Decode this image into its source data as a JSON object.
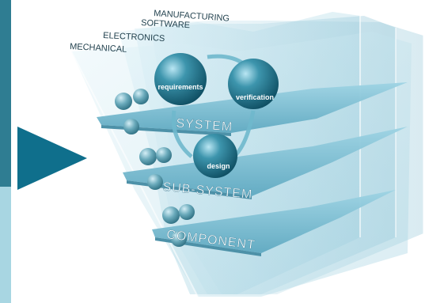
{
  "disciplines": [
    "MANUFACTURING",
    "SOFTWARE",
    "ELECTRONICS",
    "MECHANICAL"
  ],
  "levels": [
    "SYSTEM",
    "SUB-SYSTEM",
    "COMPONENT"
  ],
  "spheres": {
    "requirements": "requirements",
    "verification": "verification",
    "design": "design"
  },
  "colors": {
    "arrow": "#0f6f8c",
    "sidebar_top": "#2f7d92",
    "sidebar_bottom": "#a8d6e2",
    "glass": "#bfe3ee",
    "sphere": "#1f6f86"
  }
}
